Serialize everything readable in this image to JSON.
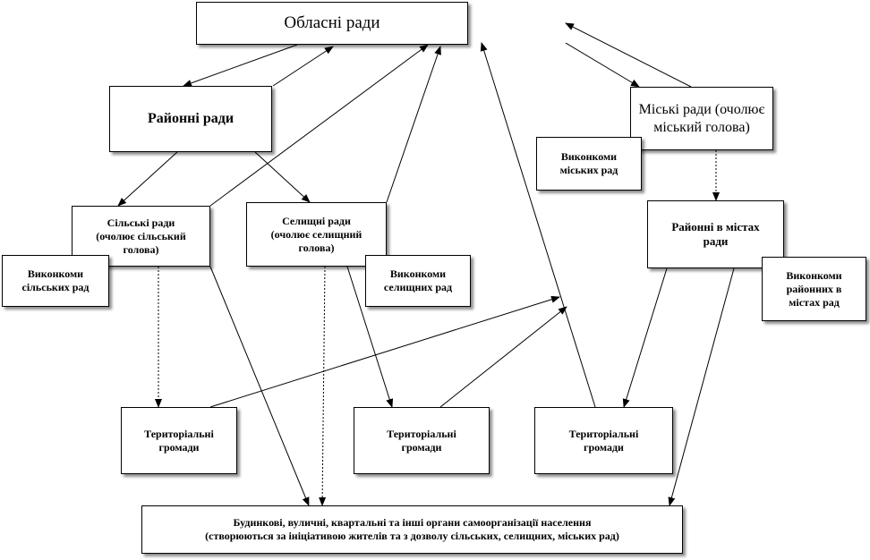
{
  "nodes": {
    "oblasni": {
      "lines": [
        "Обласні  ради"
      ]
    },
    "raionni": {
      "lines": [
        "Районні ради"
      ]
    },
    "miski": {
      "lines": [
        "Міські ради (очолює",
        "міський голова)"
      ]
    },
    "vykonkomy_miskykh": {
      "lines": [
        "Виконкоми",
        "міських  рад"
      ]
    },
    "silski": {
      "lines": [
        "Сільські  ради",
        "(очолює сільський",
        "голова)"
      ]
    },
    "selyshchni": {
      "lines": [
        "Селищні ради",
        "(очолює селищний",
        "голова)"
      ]
    },
    "raionni_v_mistakh": {
      "lines": [
        "Районні в містах",
        "ради"
      ]
    },
    "vykonkomy_silskykh": {
      "lines": [
        "Виконкоми",
        "сільських  рад"
      ]
    },
    "vykonkomy_selyshchnykh": {
      "lines": [
        "Виконкоми",
        "селищних рад"
      ]
    },
    "vykonkomy_raionnykh": {
      "lines": [
        "Виконкоми",
        "районних в",
        "містах  рад"
      ]
    },
    "hromady_1": {
      "lines": [
        "Територіальні",
        "громади"
      ]
    },
    "hromady_2": {
      "lines": [
        "Територіальні",
        "громади"
      ]
    },
    "hromady_3": {
      "lines": [
        "Територіальні",
        "громади"
      ]
    },
    "budynkovi": {
      "lines": [
        "Будинкові,  вуличні,  квартальні  та інші  органи  самоорганізації  населення",
        "(створюються за ініціативою  жителів  та з дозволу сільських,  селищних, міських  рад)"
      ]
    }
  }
}
